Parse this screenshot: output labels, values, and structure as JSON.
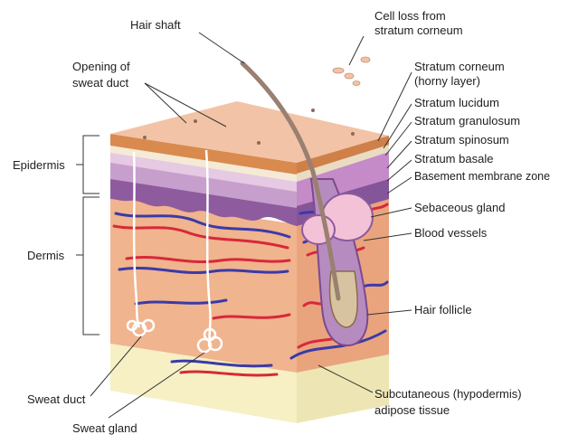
{
  "labels": {
    "hair_shaft": "Hair shaft",
    "cell_loss_1": "Cell loss from",
    "cell_loss_2": "stratum corneum",
    "opening_1": "Opening of",
    "opening_2": "sweat duct",
    "corneum_1": "Stratum corneum",
    "corneum_2": "(horny layer)",
    "lucidum": "Stratum lucidum",
    "granulosum": "Stratum granulosum",
    "spinosum": "Stratum spinosum",
    "basale": "Stratum basale",
    "basement": "Basement membrane zone",
    "epidermis": "Epidermis",
    "dermis": "Dermis",
    "sebaceous": "Sebaceous gland",
    "blood": "Blood vessels",
    "follicle": "Hair follicle",
    "sweat_duct": "Sweat duct",
    "sweat_gland": "Sweat gland",
    "subcut_1": "Subcutaneous (hypodermis)",
    "subcut_2": "adipose tissue"
  },
  "colors": {
    "skin_top": "#f2c3a6",
    "corneum": "#d98a4e",
    "lucidum": "#f4ead6",
    "granulosum": "#e6c9e2",
    "spinosum": "#c79fcc",
    "basale": "#8e5b9e",
    "dermis": "#f0b48e",
    "subcutaneous": "#f6f0c4",
    "artery": "#d8283a",
    "vein": "#3b3aa8"
  }
}
